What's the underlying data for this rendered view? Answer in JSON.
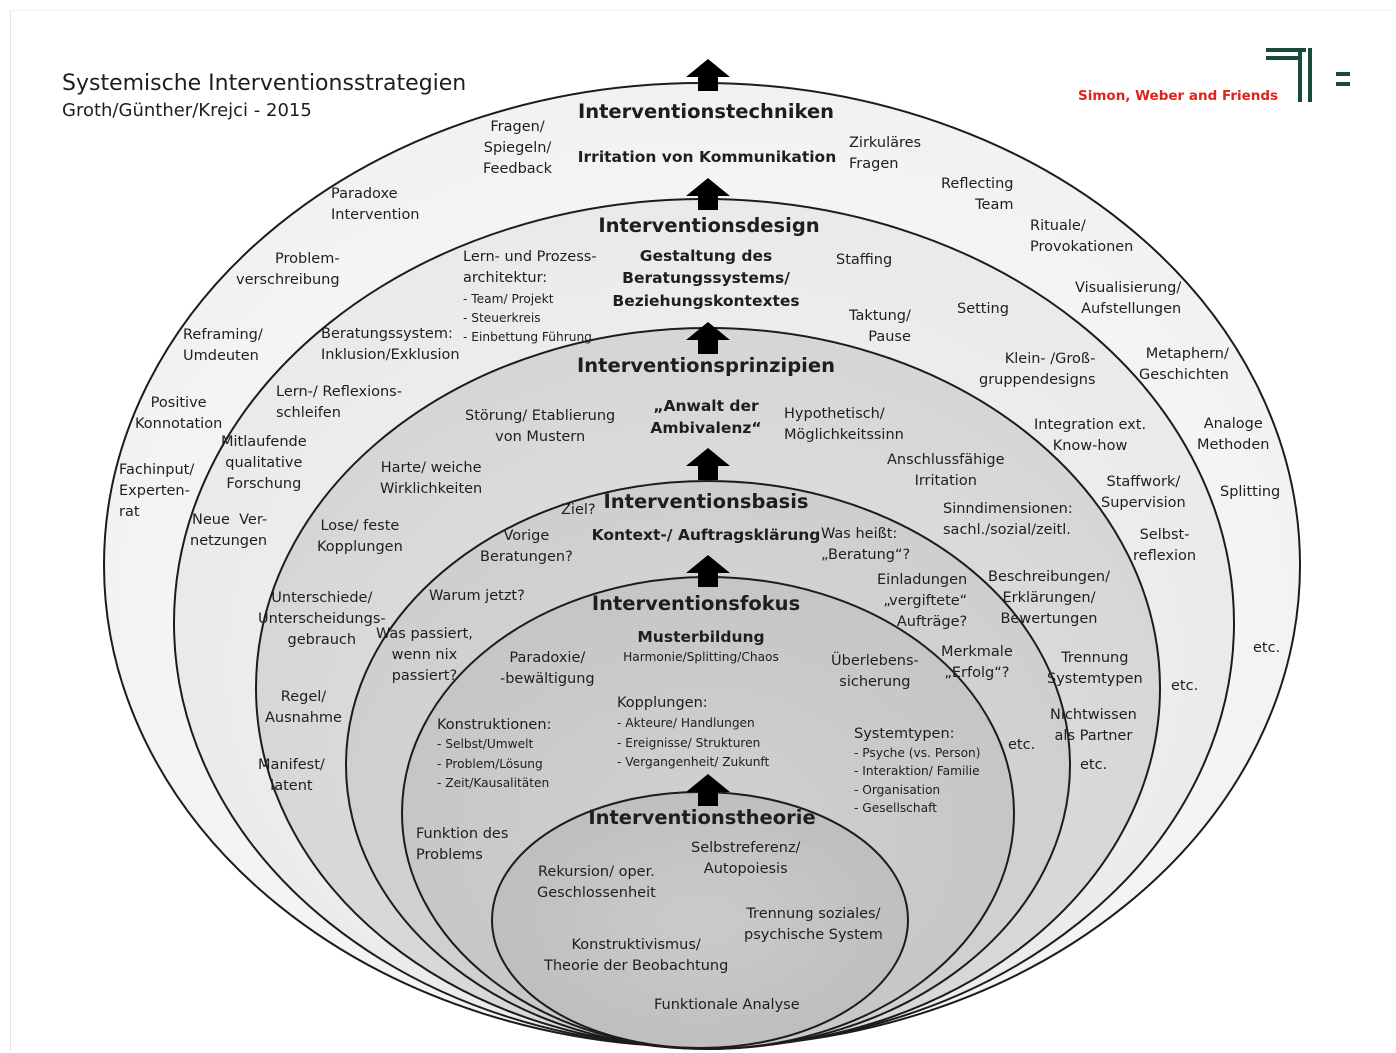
{
  "header": {
    "title": "Systemische Interventionsstrategien",
    "subtitle": "Groth/Günther/Krejci - 2015",
    "logo_text": "Simon, Weber and Friends"
  },
  "rings": {
    "techniken": {
      "title": "Interventionstechniken",
      "subtitle": "Irritation von Kommunikation",
      "items": [
        "Fragen/\nSpiegeln/\nFeedback",
        "Zirkuläres\nFragen",
        "Paradoxe\nIntervention",
        "Reflecting\nTeam",
        "Problem-\nverschreibung",
        "Rituale/\nProvokationen",
        "Reframing/\nUmdeuten",
        "Visualisierung/\nAufstellungen",
        "Positive\nKonnotation",
        "Metaphern/\nGeschichten",
        "Fachinput/\nExperten-\nrat",
        "Analoge\nMethoden",
        "Splitting",
        "etc."
      ]
    },
    "design": {
      "title": "Interventionsdesign",
      "subtitle": "Gestaltung des\nBeratungssystems/\nBeziehungskontextes",
      "architecture_heading": "Lern- und Prozess-\narchitektur:",
      "architecture_items": "- Team/ Projekt\n- Steuerkreis\n- Einbettung Führung",
      "items": [
        "Staffing",
        "Taktung/\nPause",
        "Setting",
        "Beratungssystem:\nInklusion/Exklusion",
        "Lern-/ Reflexions-\nschleifen",
        "Mitlaufende\nqualitative\nForschung",
        "Neue  Ver-\nnetzungen",
        "Klein- /Groß-\ngruppendesigns",
        "Integration ext.\nKnow-how",
        "Staffwork/\nSupervision",
        "Selbst-\nreflexion",
        "etc."
      ]
    },
    "prinzipien": {
      "title": "Interventionsprinzipien",
      "subtitle": "„Anwalt der\nAmbivalenz“",
      "items": [
        "Störung/ Etablierung\nvon Mustern",
        "Hypothetisch/\nMöglichkeitssinn",
        "Harte/ weiche\nWirklichkeiten",
        "Anschlussfähige\nIrritation",
        "Lose/ feste\nKopplungen",
        "Sinndimensionen:\nsachl./sozial/zeitl.",
        "Unterschiede/\nUnterscheidungs-\ngebrauch",
        "Beschreibungen/\nErklärungen/\nBewertungen",
        "Regel/\nAusnahme",
        "Trennung\nSystemtypen",
        "Manifest/\nlatent",
        "Nichtwissen\nals Partner",
        "etc."
      ]
    },
    "basis": {
      "title": "Interventionsbasis",
      "subtitle": "Kontext-/ Auftragsklärung",
      "items": [
        "Ziel?",
        "Vorige\nBeratungen?",
        "Was heißt:\n„Beratung“?",
        "Warum jetzt?",
        "Einladungen\n„vergiftete“\nAufträge?",
        "Was passiert,\nwenn nix\npassiert?",
        "Merkmale\n„Erfolg“?",
        "Funktion des\nProblems",
        "etc."
      ]
    },
    "fokus": {
      "title": "Interventionsfokus",
      "subtitle": "Musterbildung",
      "subtitle_detail": "Harmonie/Splitting/Chaos",
      "paradoxie": "Paradoxie/\n-bewältigung",
      "ueberleben": "Überlebens-\nsicherung",
      "kopplungen_heading": "Kopplungen:",
      "kopplungen_items": "- Akteure/ Handlungen\n- Ereignisse/ Strukturen\n- Vergangenheit/ Zukunft",
      "konstruktionen_heading": "Konstruktionen:",
      "konstruktionen_items": "- Selbst/Umwelt\n- Problem/Lösung\n- Zeit/Kausalitäten",
      "systemtypen_heading": "Systemtypen:",
      "systemtypen_items": "- Psyche (vs. Person)\n- Interaktion/ Familie\n- Organisation\n- Gesellschaft"
    },
    "theorie": {
      "title": "Interventionstheorie",
      "items": [
        "Selbstreferenz/\nAutopoiesis",
        "Rekursion/ oper.\nGeschlossenheit",
        "Trennung soziales/\npsychische System",
        "Konstruktivismus/\nTheorie der Beobachtung",
        "Funktionale Analyse"
      ]
    }
  },
  "colors": {
    "ring1": "#f4f4f4",
    "ring2": "#eeeeee",
    "ring3": "#dcdcdc",
    "ring4": "#d2d2d2",
    "ring5": "#c8c8c8",
    "ring6": "#c0c0c0",
    "arrow": "#000000",
    "logo": "#e2231a",
    "logo_mark": "#1a4a3a"
  }
}
